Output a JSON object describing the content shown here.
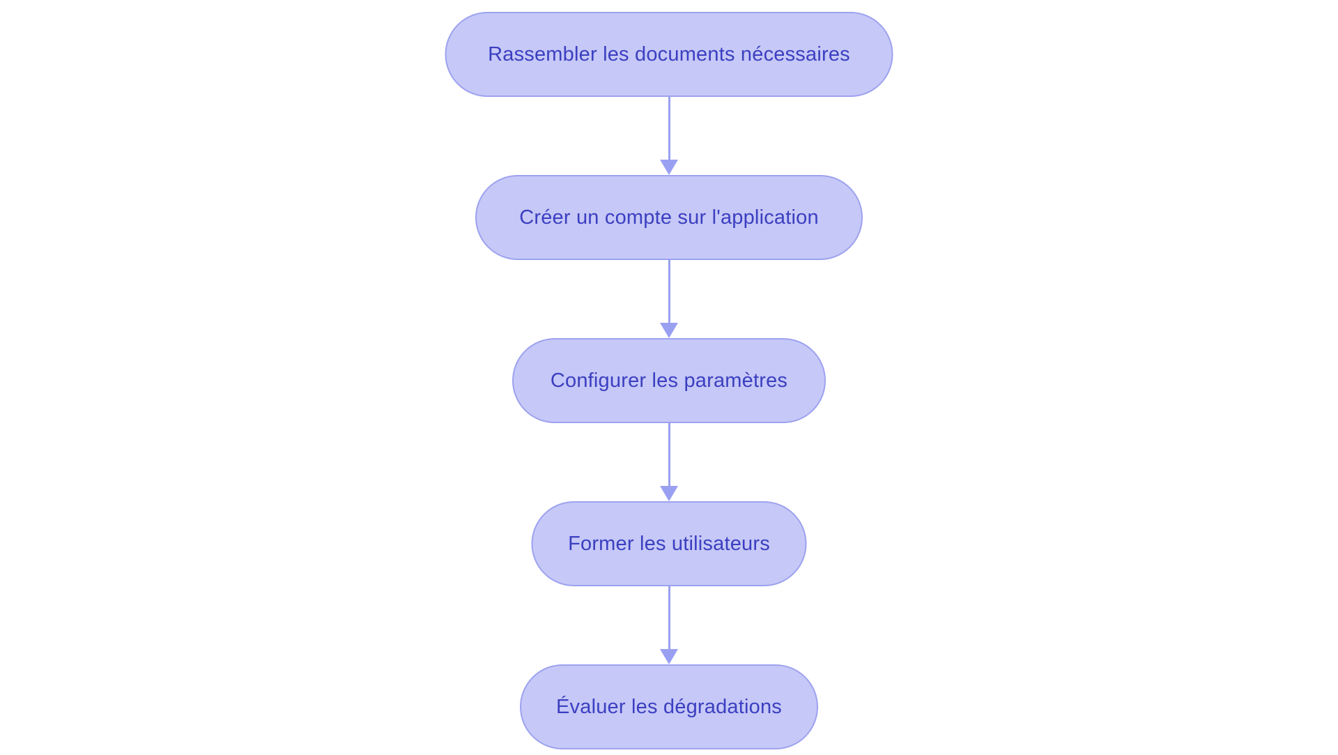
{
  "flowchart": {
    "type": "flowchart",
    "direction": "top-down",
    "nodes": [
      {
        "id": 1,
        "label": "Rassembler les documents nécessaires"
      },
      {
        "id": 2,
        "label": "Créer un compte sur l'application"
      },
      {
        "id": 3,
        "label": "Configurer les paramètres"
      },
      {
        "id": 4,
        "label": "Former les utilisateurs"
      },
      {
        "id": 5,
        "label": "Évaluer les dégradations"
      }
    ],
    "edges": [
      {
        "from": 1,
        "to": 2
      },
      {
        "from": 2,
        "to": 3
      },
      {
        "from": 3,
        "to": 4
      },
      {
        "from": 4,
        "to": 5
      }
    ]
  },
  "colors": {
    "node-fill": "#c6c8f7",
    "node-border": "#9da2ef",
    "node-text": "#3b3fc0",
    "arrow": "#9aa0f1",
    "background": "#ffffff"
  }
}
